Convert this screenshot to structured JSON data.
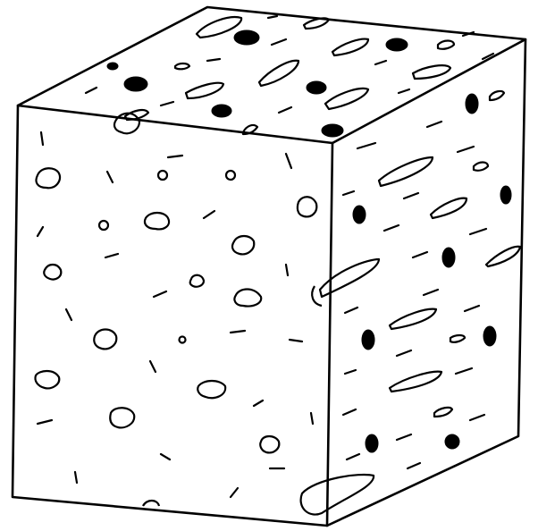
{
  "figure": {
    "subject": "cube-with-inclusions",
    "background_color": "#ffffff",
    "line_color": "#000000",
    "faces": [
      "front",
      "top",
      "right"
    ]
  }
}
